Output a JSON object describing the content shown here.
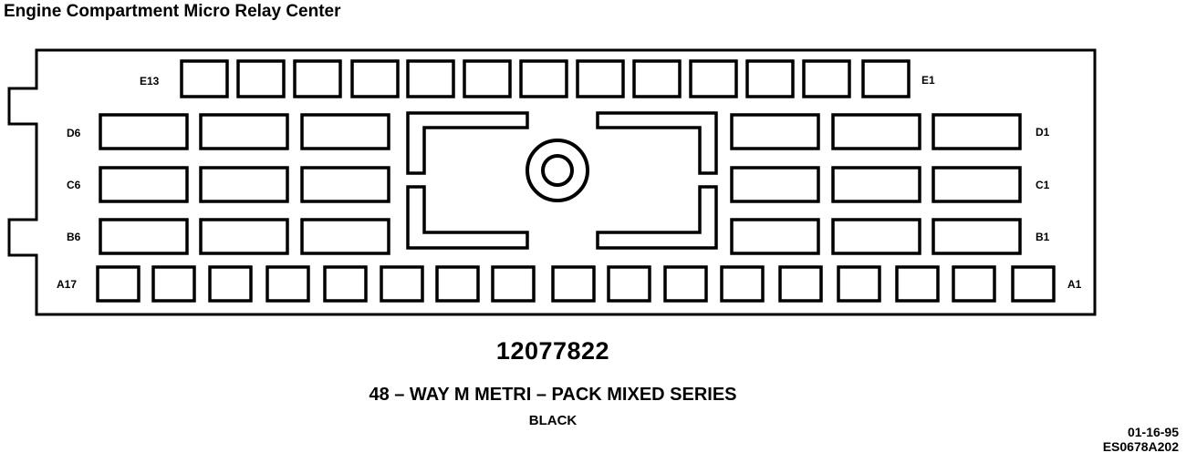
{
  "title": "Engine Compartment Micro Relay Center",
  "connector": {
    "labels": {
      "E13": "E13",
      "E1": "E1",
      "D6": "D6",
      "D1": "D1",
      "C6": "C6",
      "C1": "C1",
      "B6": "B6",
      "B1": "B1",
      "A17": "A17",
      "A1": "A1"
    },
    "part_number": "12077822",
    "description": "48 – WAY M METRI – PACK MIXED SERIES",
    "color_label": "BLACK"
  },
  "footer": {
    "date": "01-16-95",
    "code": "ES0678A202"
  }
}
